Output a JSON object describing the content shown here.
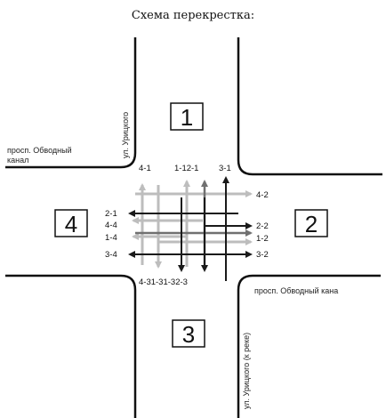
{
  "title": "Схема перекрестка:",
  "approaches": [
    "1",
    "2",
    "3",
    "4"
  ],
  "streets": {
    "nw_prospect": "просп. Обводный",
    "nw_canal": "канал",
    "nw_street": "ул. Урицкого",
    "se_prospect": "просп. Обводный кана",
    "se_street": "ул. Урицкого (к реке)"
  },
  "movements": {
    "m4_1": "4-1",
    "m1_12_1": "1-12-1",
    "m3_1": "3-1",
    "m4_2": "4-2",
    "m2_1": "2-1",
    "m4_4": "4-4",
    "m1_4": "1-4",
    "m3_4": "3-4",
    "m2_2": "2-2",
    "m1_2": "1-2",
    "m3_2": "3-2",
    "m4_3_bottom": "4-31-31-32-3"
  },
  "colors": {
    "road": "#111111",
    "dark_arrow": "#1a1a1a",
    "mid_arrow": "#707070",
    "light_arrow": "#bdbdbd"
  }
}
